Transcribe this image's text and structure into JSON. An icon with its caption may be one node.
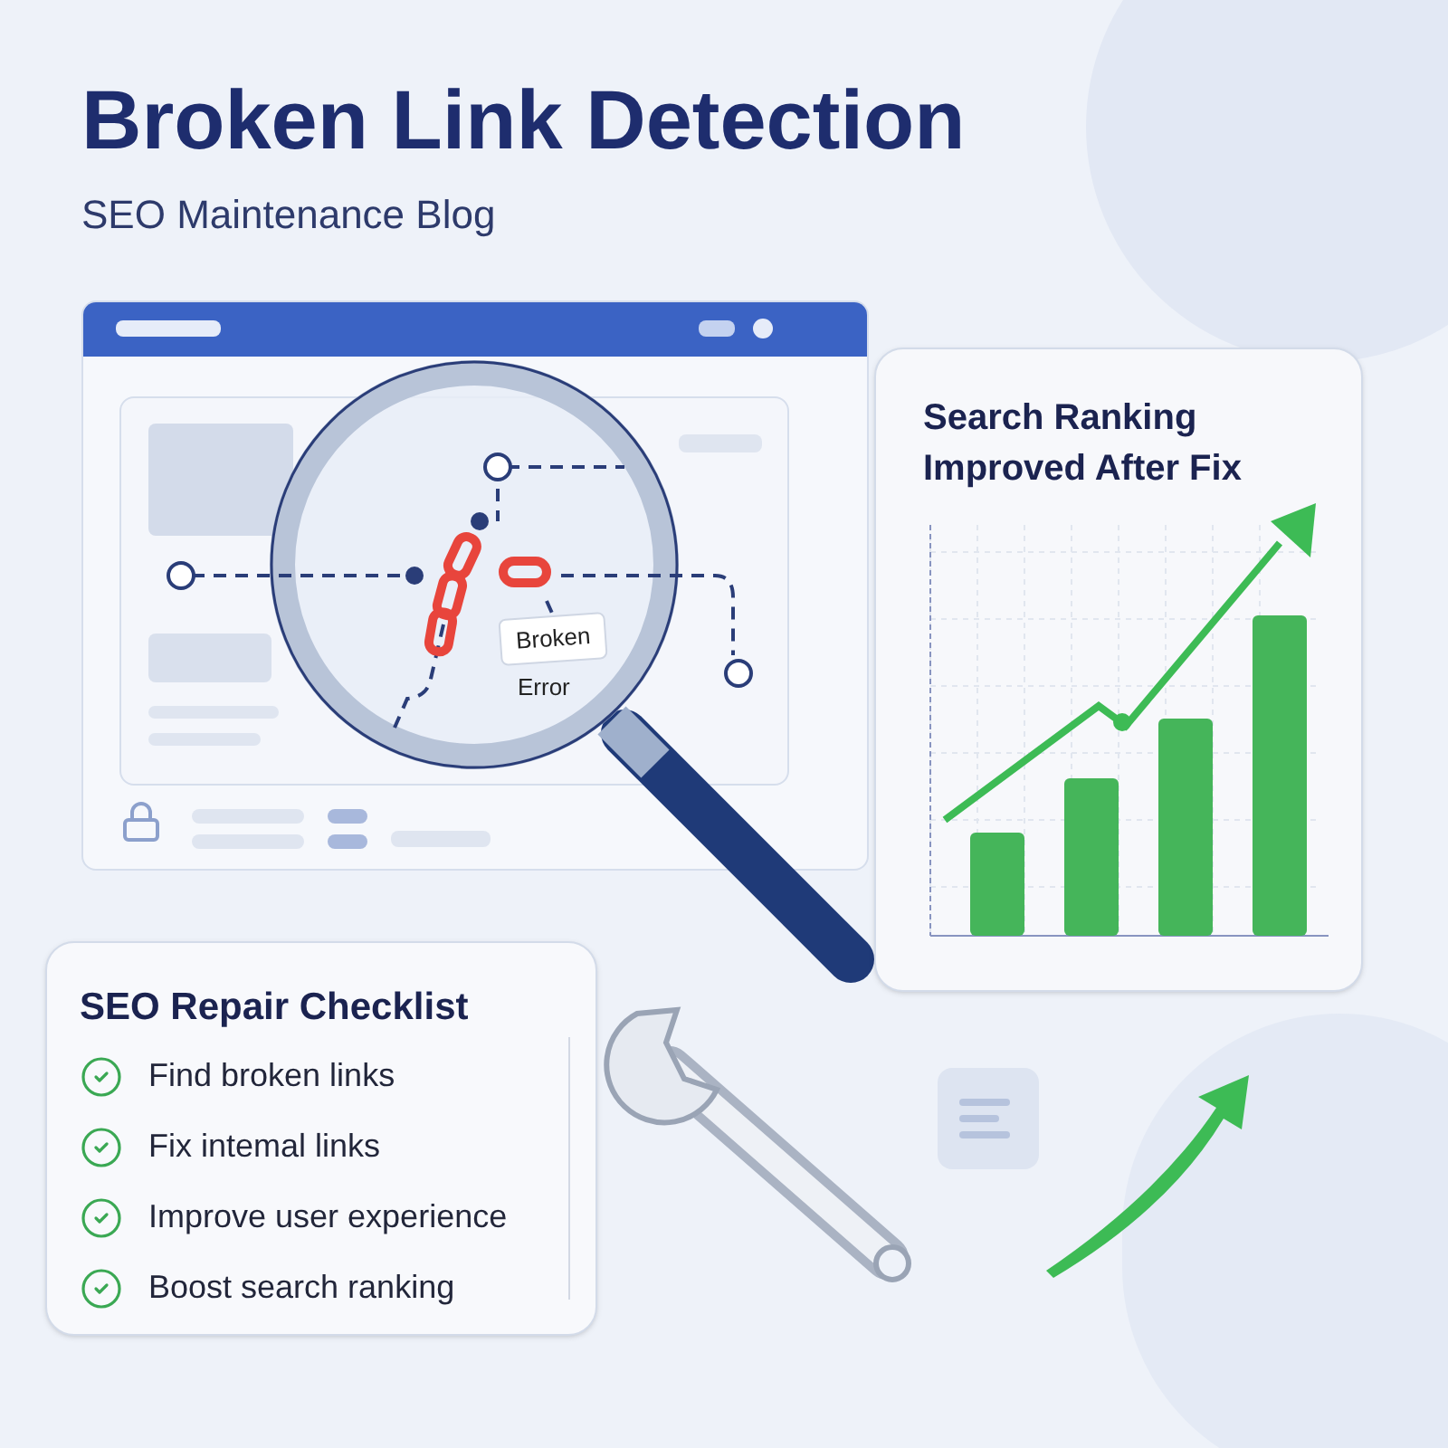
{
  "diagram": {
    "title": "Broken Link Detection",
    "nodes": [
      {
        "text": [
          "Broken"
        ],
        "beside": [
          "Error"
        ]
      },
      {
        "text": [
          "Search Ranking Improved After Fix"
        ]
      },
      {
        "text": [
          "SEO Repair Checklist",
          "Find broken links",
          "Fix intemal links",
          "Improve user experience",
          "Boost search ranking"
        ]
      }
    ],
    "labels": [
      "SEO Maintenance Blog"
    ]
  }
}
